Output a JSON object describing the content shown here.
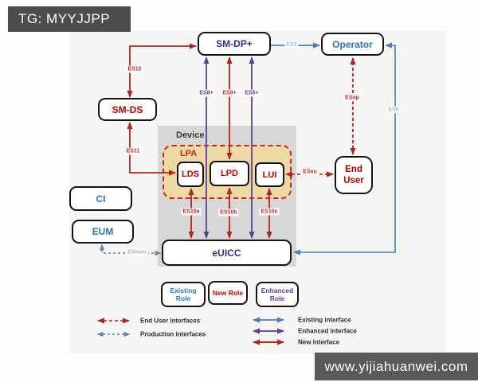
{
  "watermarks": {
    "top": "TG: MYYJJPP",
    "bottom": "www.yijiahuanwei.com"
  },
  "nodes": {
    "smdp": "SM-DP+",
    "operator": "Operator",
    "smds": "SM-DS",
    "ci": "CI",
    "eum": "EUM",
    "end_user": "End User",
    "device": "Device",
    "lpa": "LPA",
    "lds": "LDS",
    "lpd": "LPD",
    "lui": "LUI",
    "euicc": "eUICC"
  },
  "interfaces": {
    "es12": "ES12",
    "es11": "ES11",
    "es8": "ES8+",
    "es9": "ES9+",
    "es5": "ES5+",
    "es2": "ES2",
    "es6": "ES6",
    "esop": "ESop",
    "eseu": "ESeu",
    "es10a": "ES10a",
    "es10b": "ES10b",
    "es10c": "ES10c",
    "eseum": "ESeum"
  },
  "legend": {
    "roles": [
      {
        "label": "Existing Role",
        "color": "#2e74b5"
      },
      {
        "label": "New Role",
        "color": "#c00000"
      },
      {
        "label": "Enhanced Role",
        "color": "#5d3f94"
      }
    ],
    "arrow_items": [
      {
        "label": "End User interfaces",
        "style": "dashed",
        "color": "#bf2c2c"
      },
      {
        "label": "Production interfaces",
        "style": "dashed",
        "color": "#5f87a0"
      },
      {
        "label": "Existing interface",
        "style": "solid",
        "color": "#4a7eb5"
      },
      {
        "label": "Enhanced interface",
        "style": "solid",
        "color": "#5d3f94"
      },
      {
        "label": "New interface",
        "style": "solid",
        "color": "#b22222"
      }
    ]
  },
  "colors": {
    "new_red": "#c00000",
    "enhanced_purple": "#5d3f94",
    "existing_blue": "#4a7eb5",
    "production_slate": "#5f87a0",
    "device_gray": "#d7d7d7",
    "lpa_tan": "#ecd9a4",
    "watermark_gray": "#4d4d4d"
  }
}
